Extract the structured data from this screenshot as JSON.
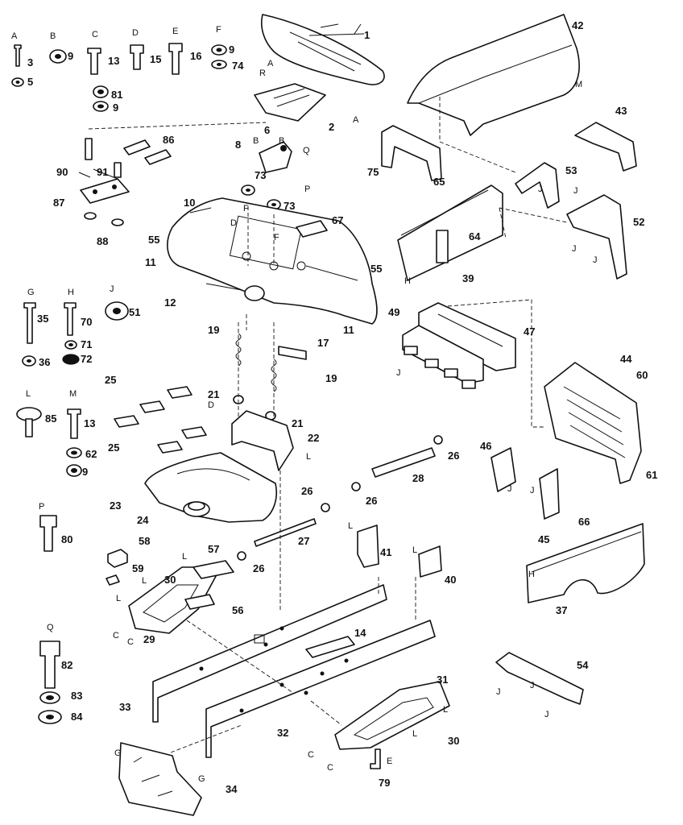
{
  "hardware_letters": [
    "A",
    "B",
    "C",
    "D",
    "E",
    "F",
    "G",
    "H",
    "J",
    "L",
    "M",
    "P",
    "Q"
  ],
  "parts": [
    "1",
    "2",
    "3",
    "5",
    "6",
    "8",
    "9",
    "10",
    "11",
    "12",
    "13",
    "14",
    "15",
    "16",
    "17",
    "19",
    "21",
    "22",
    "23",
    "24",
    "25",
    "26",
    "27",
    "28",
    "29",
    "30",
    "31",
    "32",
    "33",
    "34",
    "35",
    "36",
    "37",
    "39",
    "40",
    "41",
    "42",
    "43",
    "44",
    "45",
    "46",
    "47",
    "49",
    "51",
    "52",
    "53",
    "54",
    "55",
    "56",
    "57",
    "58",
    "59",
    "60",
    "61",
    "62",
    "64",
    "65",
    "66",
    "67",
    "70",
    "71",
    "72",
    "73",
    "74",
    "75",
    "79",
    "80",
    "81",
    "82",
    "83",
    "84",
    "85",
    "86",
    "87",
    "88",
    "90",
    "91"
  ],
  "refs": [
    "A",
    "R",
    "Q",
    "P",
    "B",
    "D",
    "F",
    "M",
    "J",
    "H",
    "L",
    "C",
    "E",
    "G"
  ]
}
